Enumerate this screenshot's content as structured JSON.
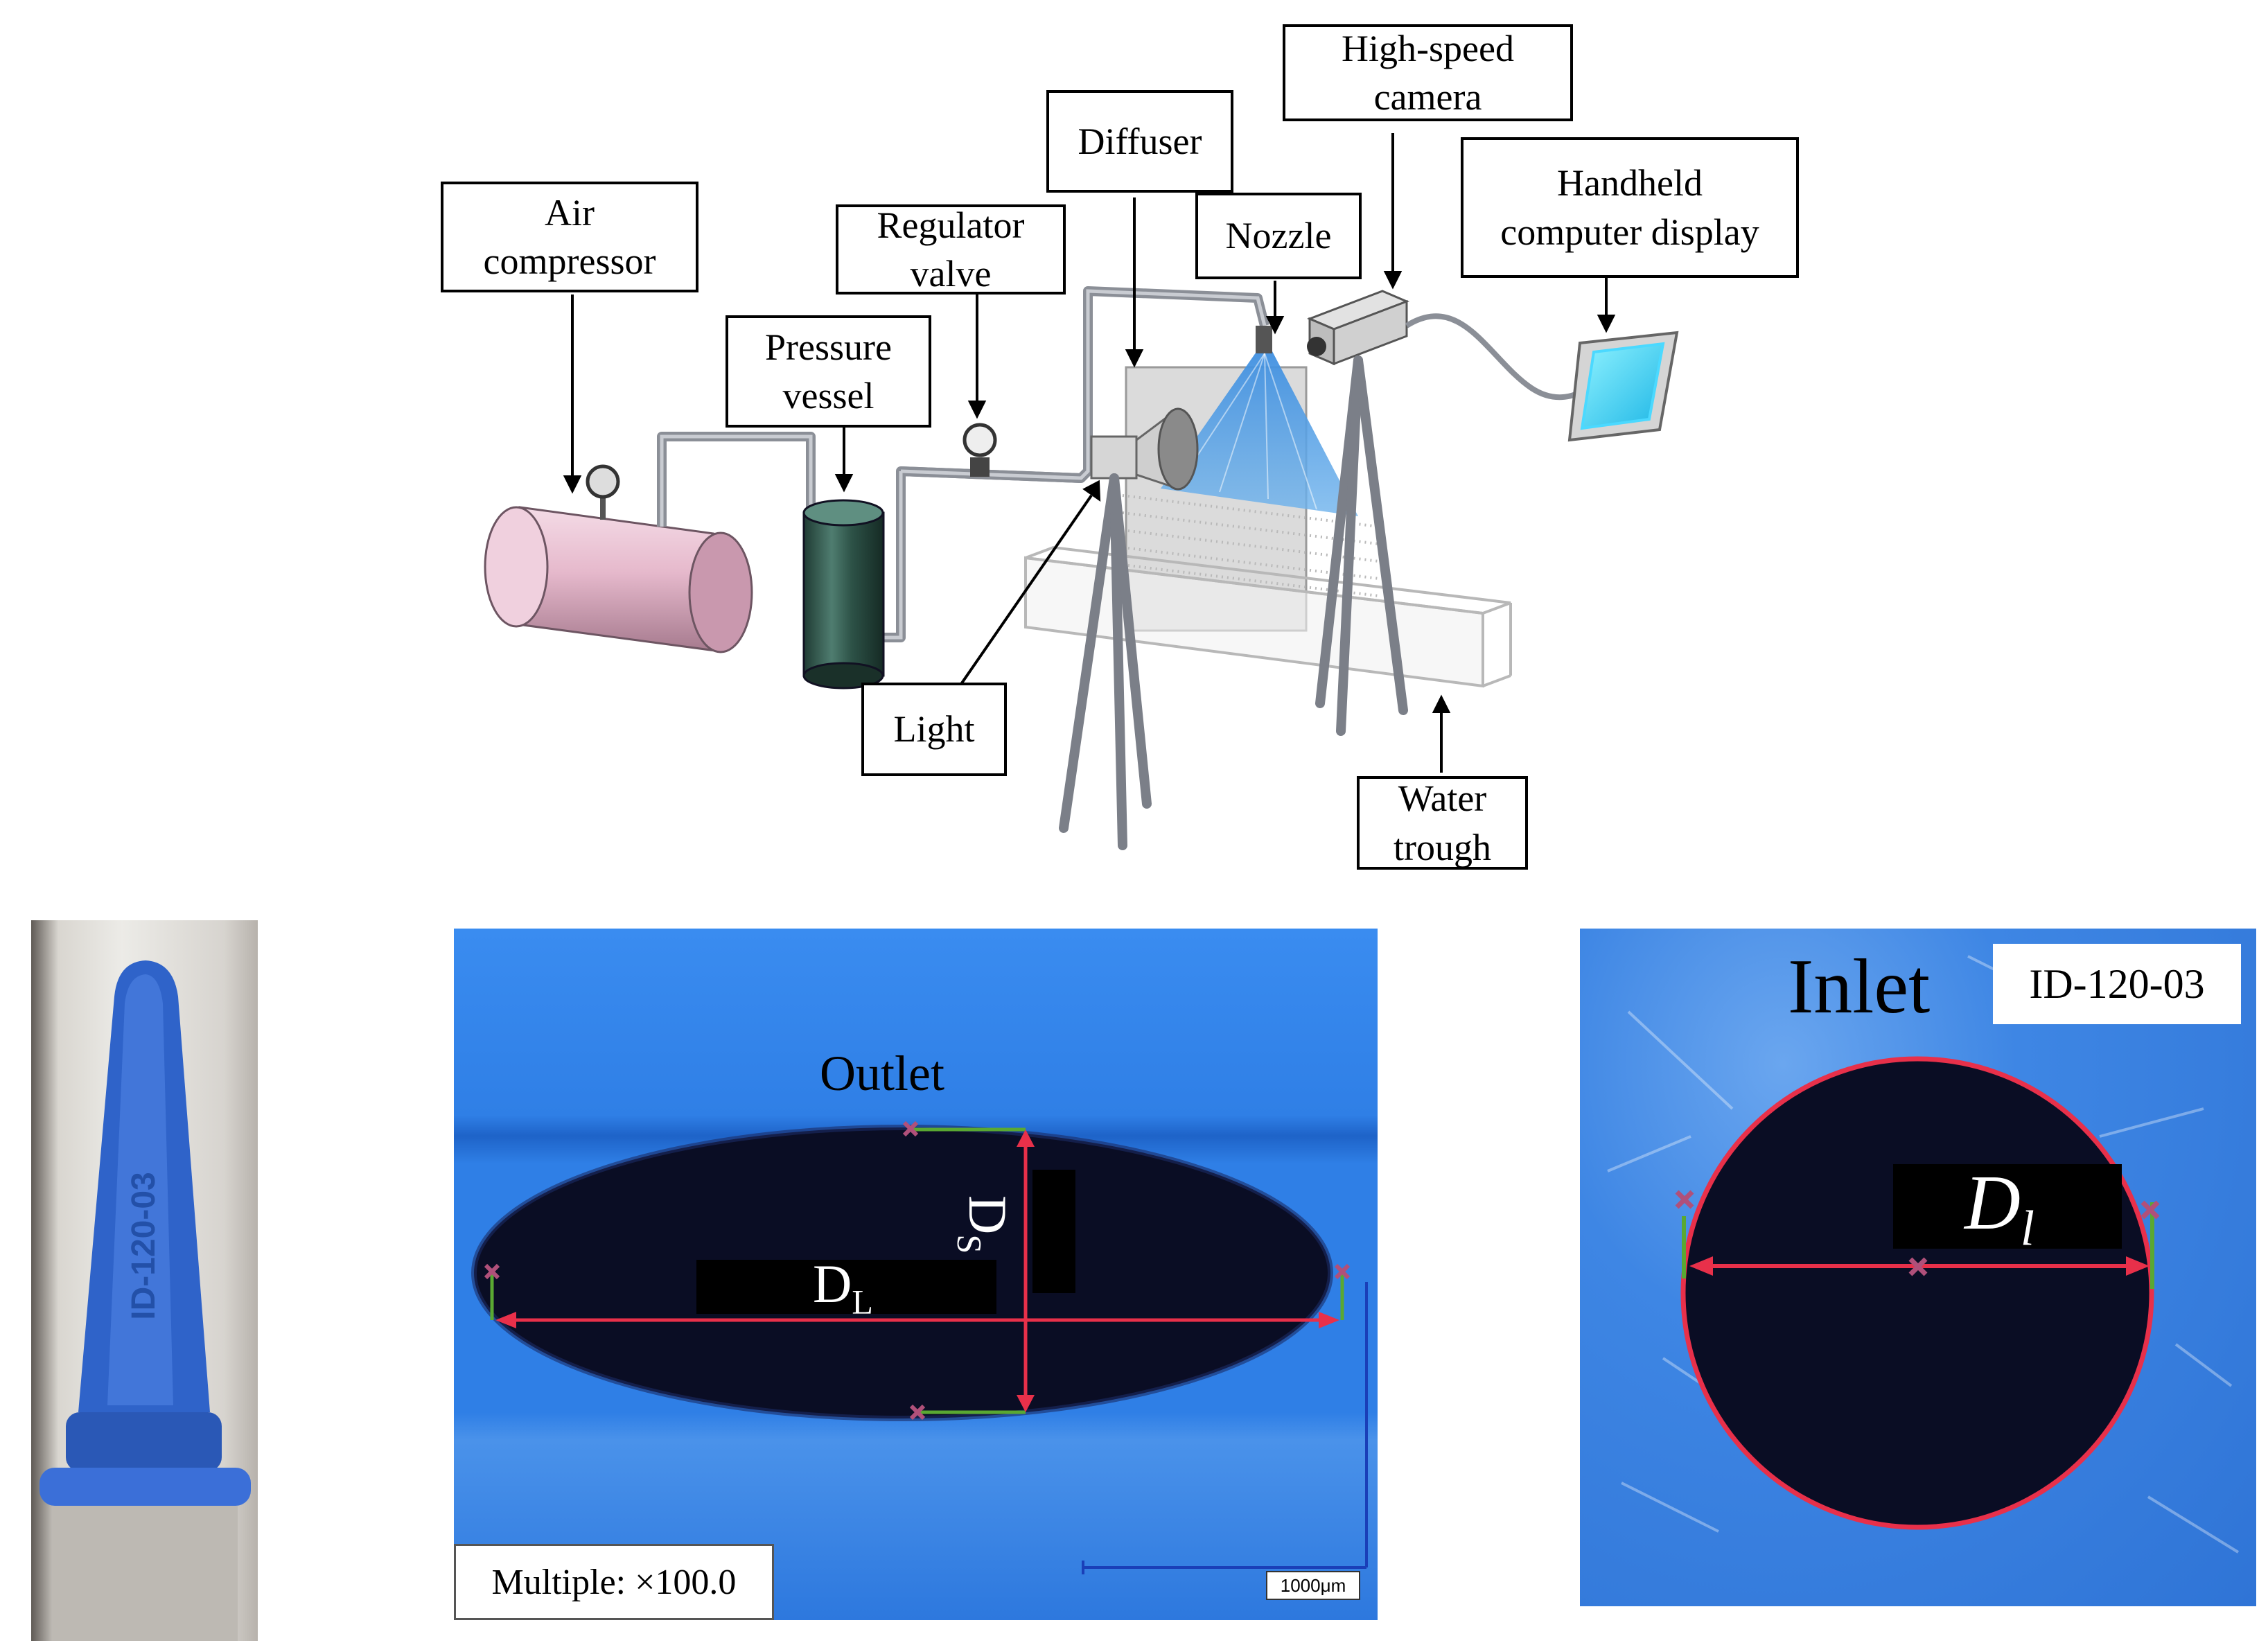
{
  "setup_labels": {
    "air_compressor": "Air\ncompressor",
    "pressure_vessel": "Pressure\nvessel",
    "regulator_valve": "Regulator\nvalve",
    "diffuser": "Diffuser",
    "nozzle": "Nozzle",
    "high_speed_camera": "High-speed\ncamera",
    "handheld_display": "Handheld\ncomputer display",
    "light": "Light",
    "water_trough": "Water\ntrough"
  },
  "nozzle_body_text": "ID-120-03",
  "outlet_panel": {
    "title": "Outlet",
    "long_axis": "D",
    "long_axis_sub": "L",
    "short_axis": "D",
    "short_axis_sub": "S",
    "magnification": "Multiple: ×100.0",
    "scale_bar": "1000μm"
  },
  "inlet_panel": {
    "title": "Inlet",
    "model_id": "ID-120-03",
    "diameter": "D",
    "diameter_sub": "l"
  },
  "colors": {
    "measure_line": "#e8304a",
    "edge_mark": "#5aa832",
    "scale_bar": "#1a3fb8",
    "lab_blue": "#2f7fe6",
    "hole_dark": "#0a0d24"
  }
}
